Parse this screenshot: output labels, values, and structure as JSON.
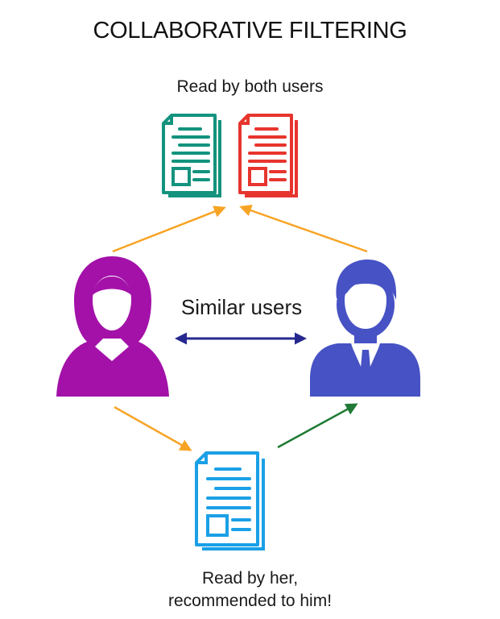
{
  "title": "COLLABORATIVE FILTERING",
  "labels": {
    "top": "Read by both users",
    "similar": "Similar users",
    "bottom_line1": "Read by her,",
    "bottom_line2": "recommended to him!"
  },
  "colors": {
    "doc_green": "#13937e",
    "doc_red": "#e7352e",
    "doc_blue": "#1aa0e6",
    "woman": "#a311a8",
    "man": "#4752c4",
    "arrow_orange": "#f7a425",
    "arrow_similar": "#26288f",
    "arrow_green": "#1e7a34"
  },
  "icons": {
    "doc_green": "document-icon",
    "doc_red": "document-icon",
    "doc_blue": "document-icon",
    "woman": "woman-user-icon",
    "man": "man-user-icon"
  }
}
